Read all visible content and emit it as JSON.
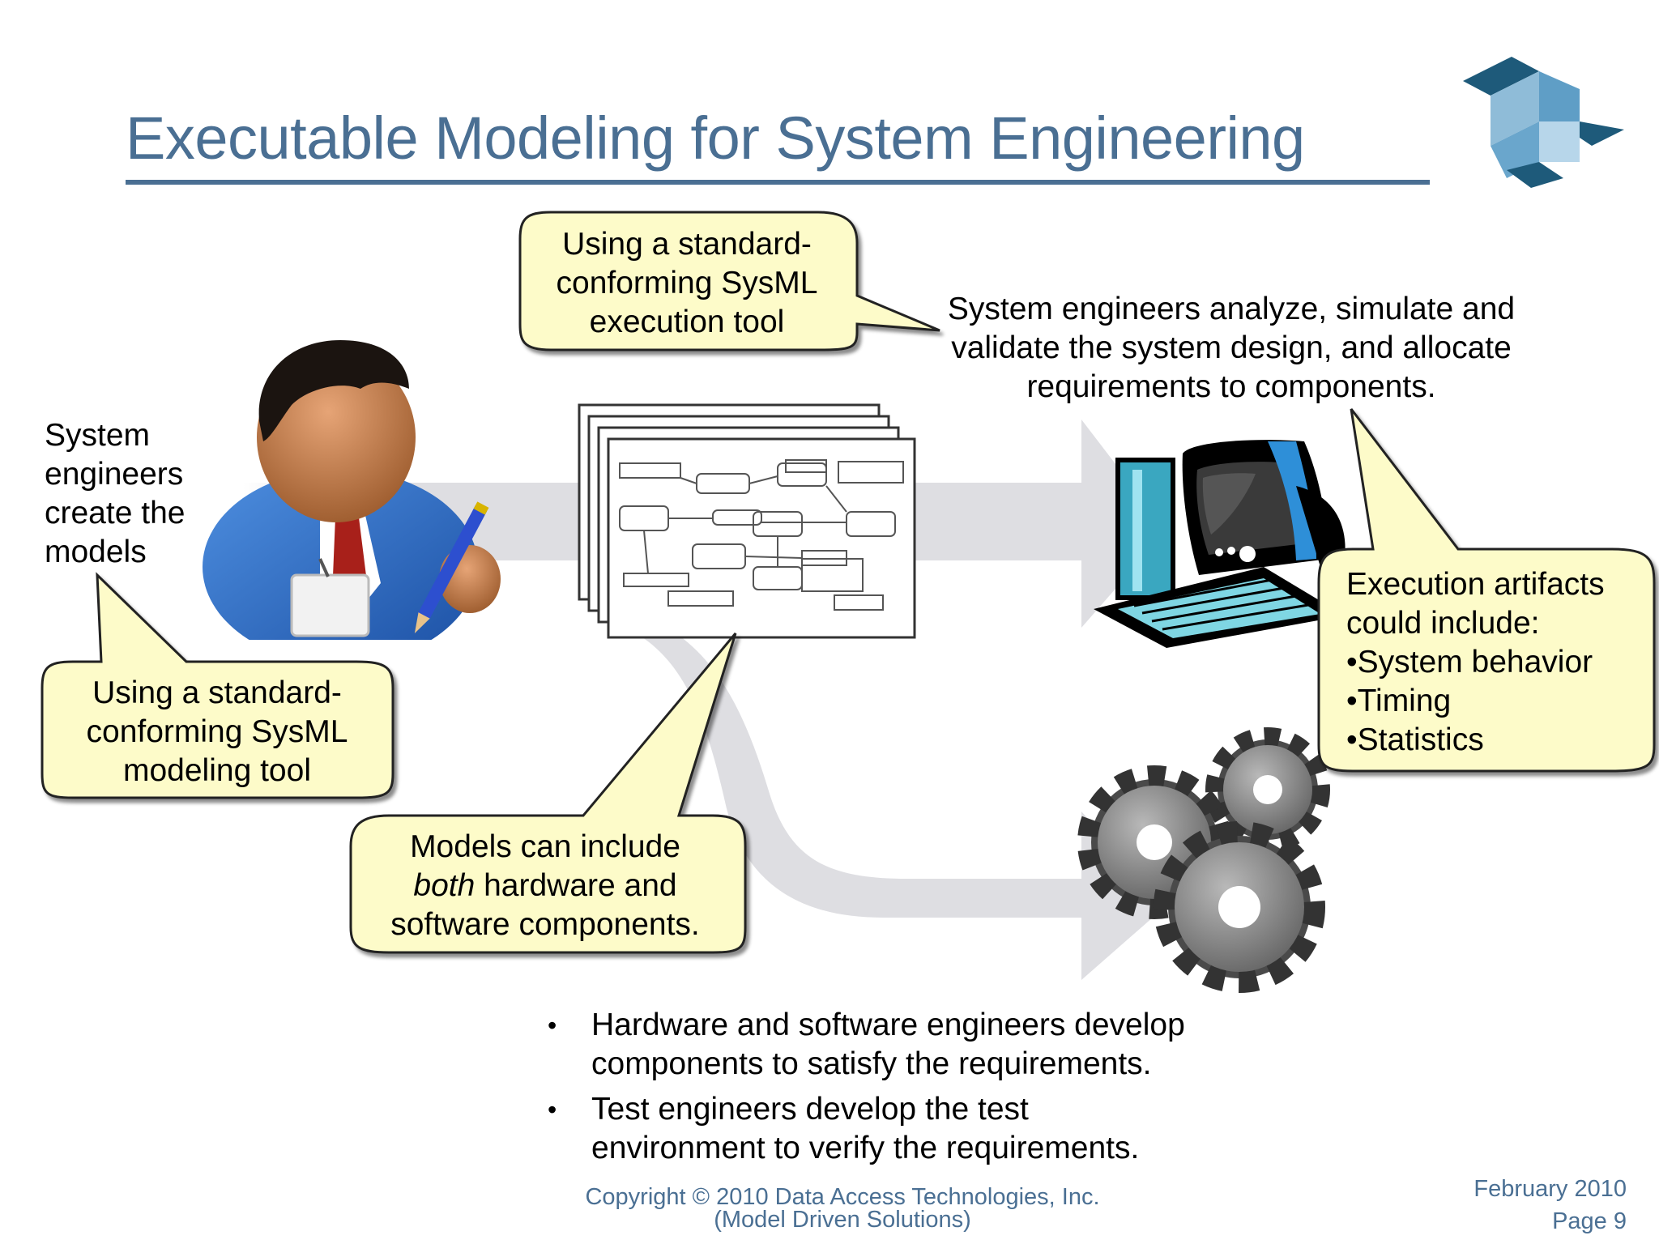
{
  "title": "Executable Modeling for System Engineering",
  "notes": {
    "left": [
      "System",
      "engineers",
      "create the",
      "models"
    ],
    "right": [
      "System engineers analyze, simulate and",
      "validate the system design, and allocate",
      "requirements to components."
    ]
  },
  "callouts": {
    "execution_tool": [
      "Using a standard-",
      "conforming SysML",
      "execution tool"
    ],
    "modeling_tool": [
      "Using a standard-",
      "conforming SysML",
      "modeling tool"
    ],
    "models": {
      "line1": "Models can include",
      "line2_emph": "both",
      "line2_rest": " hardware and",
      "line3": "software components."
    },
    "artifacts": {
      "heading": [
        "Execution artifacts",
        "could include:"
      ],
      "items": [
        "System behavior",
        "Timing",
        "Statistics"
      ]
    }
  },
  "bullets": [
    [
      "Hardware and software engineers develop",
      "components to satisfy the requirements."
    ],
    [
      "Test engineers develop the test",
      "environment to verify the requirements."
    ]
  ],
  "footer": {
    "copyright": [
      "Copyright © 2010 Data Access Technologies, Inc.",
      "(Model Driven Solutions)"
    ],
    "date": "February 2010",
    "page": "Page 9"
  },
  "colors": {
    "title": "#4a6f93",
    "callout_fill": "#fdfbc9",
    "callout_stroke": "#222222",
    "arrow": "#dddde1",
    "logo_dark": "#1e5a7a",
    "logo_light": "#8fbcd8"
  },
  "icons": [
    "person-icon",
    "sysml-diagram-icon",
    "computer-icon",
    "gears-icon",
    "logo-icon"
  ]
}
